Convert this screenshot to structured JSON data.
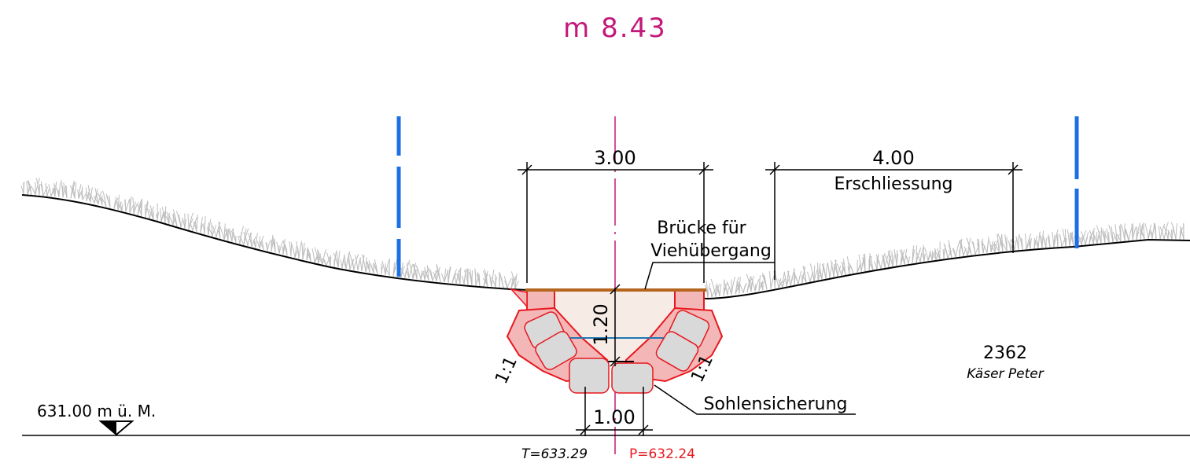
{
  "title": "m 8.43",
  "dimensions": {
    "channel_width": "3.00",
    "access_width": "4.00",
    "access_label": "Erschliessung",
    "depth": "1.20",
    "bottom_width": "1.00"
  },
  "labels": {
    "bridge_line1": "Brücke für",
    "bridge_line2": "Viehübergang",
    "bed_protection": "Sohlensicherung",
    "slope_left": "1:1",
    "slope_right": "1:1",
    "parcel_number": "2362",
    "owner": "Käser Peter",
    "elevation_ref": "631.00 m ü. M.",
    "terrain_level": "T=633.29",
    "profile_level": "P=632.24"
  },
  "colors": {
    "title": "#c2187a",
    "axis": "#c2187a",
    "blue_markers": "#1a6fe6",
    "structure_outline": "#e8181e",
    "structure_fill": "#f3b7b7",
    "channel_fill": "#f7ebe6",
    "stones": "#d9d9d9",
    "bridge_deck": "#b5651d",
    "water_line": "#1f78b4",
    "grass": "#bdbdbd",
    "profile_text": "#e8181e",
    "ink": "#000000"
  }
}
